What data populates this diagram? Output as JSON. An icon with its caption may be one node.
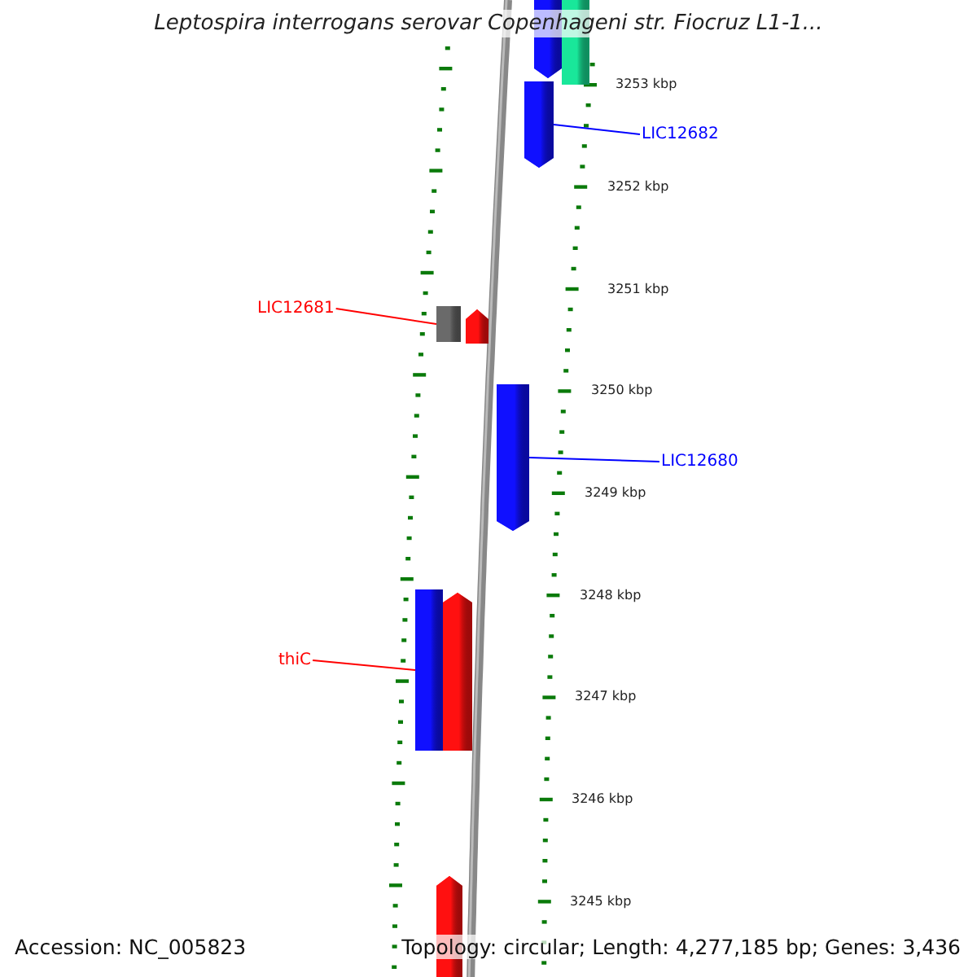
{
  "diagram": {
    "title": "Leptospira interrogans serovar Copenhageni str. Fiocruz L1-1...",
    "nodes": [
      {
        "text": [
          "LIC12682"
        ]
      },
      {
        "text": [
          "LIC12681"
        ]
      },
      {
        "text": [
          "LIC12680"
        ]
      },
      {
        "text": [
          "thiC"
        ]
      },
      {
        "text": [],
        "shape": "bar"
      },
      {
        "text": [],
        "shape": "bar"
      },
      {
        "text": [],
        "shape": "bar"
      },
      {
        "text": [],
        "shape": "bar"
      },
      {
        "text": [],
        "shape": "bar"
      },
      {
        "text": [],
        "shape": "bar"
      },
      {
        "text": [],
        "shape": "bar"
      },
      {
        "text": [],
        "shape": "bar"
      },
      {
        "text": [],
        "shape": "bar"
      }
    ],
    "edges": [
      {
        "from": 0,
        "to": 6,
        "arrow": "none",
        "color": "#0000ff"
      },
      {
        "from": 1,
        "to": 7,
        "arrow": "none",
        "color": "#ff0000"
      },
      {
        "from": 2,
        "to": 9,
        "arrow": "none",
        "color": "#0000ff"
      },
      {
        "from": 3,
        "to": 10,
        "arrow": "none",
        "color": "#ff0000"
      }
    ],
    "labels": [
      "3253 kbp",
      "3252 kbp",
      "3251 kbp",
      "3250 kbp",
      "3249 kbp",
      "3248 kbp",
      "3247 kbp",
      "3246 kbp",
      "3245 kbp",
      "Accession: NC_005823",
      "Topology: circular; Length: 4,277,185 bp; Genes: 3,436"
    ]
  }
}
